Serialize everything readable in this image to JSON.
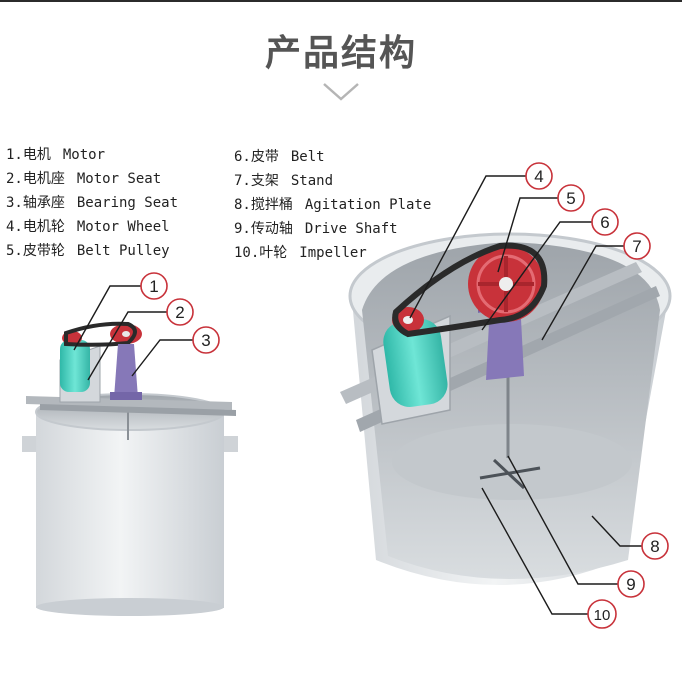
{
  "title": "产品结构",
  "legend_left": [
    {
      "num": "1.",
      "cn": "电机",
      "en": "Motor"
    },
    {
      "num": "2.",
      "cn": "电机座",
      "en": "Motor Seat"
    },
    {
      "num": "3.",
      "cn": "轴承座",
      "en": "Bearing Seat"
    },
    {
      "num": "4.",
      "cn": "电机轮",
      "en": "Motor Wheel"
    },
    {
      "num": "5.",
      "cn": "皮带轮",
      "en": "Belt Pulley"
    }
  ],
  "legend_right": [
    {
      "num": "6.",
      "cn": "皮带",
      "en": "Belt"
    },
    {
      "num": "7.",
      "cn": "支架",
      "en": "Stand"
    },
    {
      "num": "8.",
      "cn": "搅拌桶",
      "en": "Agitation Plate"
    },
    {
      "num": "9.",
      "cn": "传动轴",
      "en": "Drive Shaft"
    },
    {
      "num": "10.",
      "cn": "叶轮",
      "en": "Impeller"
    }
  ],
  "callouts_small": [
    "1",
    "2",
    "3"
  ],
  "callouts_large": [
    "4",
    "5",
    "6",
    "7",
    "8",
    "9",
    "10"
  ],
  "colors": {
    "motor": "#4fd3c4",
    "wheel": "#c8323a",
    "bearing": "#8678b8",
    "tank": "#e4e7ea",
    "frame": "#b9bec4",
    "belt": "#2a2a2a"
  }
}
